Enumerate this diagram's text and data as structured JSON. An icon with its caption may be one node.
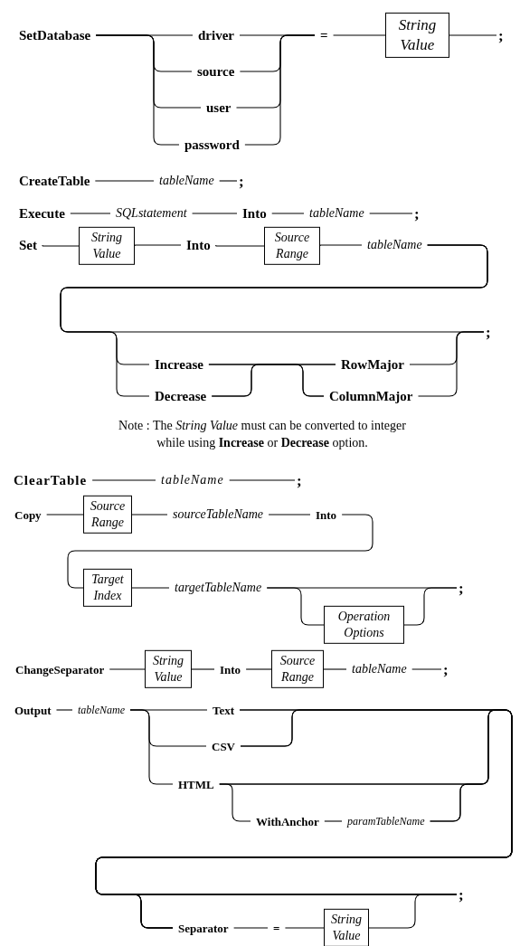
{
  "diagram": {
    "nodes": [
      {
        "text": [
          "SetDatabase"
        ]
      },
      {
        "text": [
          "driver"
        ]
      },
      {
        "text": [
          "source"
        ]
      },
      {
        "text": [
          "user"
        ]
      },
      {
        "text": [
          "password"
        ]
      },
      {
        "text": [
          "="
        ]
      },
      {
        "text": [
          "String Value"
        ]
      },
      {
        "text": [
          ";"
        ]
      },
      {
        "text": [
          "CreateTable"
        ]
      },
      {
        "text": [
          "tableName"
        ]
      },
      {
        "text": [
          ";"
        ]
      },
      {
        "text": [
          "Execute"
        ]
      },
      {
        "text": [
          "SQLstatement"
        ]
      },
      {
        "text": [
          "Into"
        ]
      },
      {
        "text": [
          "tableName"
        ]
      },
      {
        "text": [
          ";"
        ]
      },
      {
        "text": [
          "Set"
        ]
      },
      {
        "text": [
          "String Value"
        ]
      },
      {
        "text": [
          "Into"
        ]
      },
      {
        "text": [
          "Source Range"
        ]
      },
      {
        "text": [
          "tableName"
        ]
      },
      {
        "text": [
          "Increase"
        ]
      },
      {
        "text": [
          "Decrease"
        ]
      },
      {
        "text": [
          "RowMajor"
        ]
      },
      {
        "text": [
          "ColumnMajor"
        ]
      },
      {
        "text": [
          ";"
        ]
      },
      {
        "text": [
          "ClearTable"
        ]
      },
      {
        "text": [
          "tableName"
        ]
      },
      {
        "text": [
          ";"
        ]
      },
      {
        "text": [
          "Copy"
        ]
      },
      {
        "text": [
          "Source Range"
        ]
      },
      {
        "text": [
          "sourceTableName"
        ]
      },
      {
        "text": [
          "Into"
        ]
      },
      {
        "text": [
          "Target Index"
        ]
      },
      {
        "text": [
          "targetTableName"
        ]
      },
      {
        "text": [
          "Operation Options"
        ]
      },
      {
        "text": [
          ";"
        ]
      },
      {
        "text": [
          "ChangeSeparator"
        ]
      },
      {
        "text": [
          "String Value"
        ]
      },
      {
        "text": [
          "Into"
        ]
      },
      {
        "text": [
          "Source Range"
        ]
      },
      {
        "text": [
          "tableName"
        ]
      },
      {
        "text": [
          ";"
        ]
      },
      {
        "text": [
          "Output"
        ]
      },
      {
        "text": [
          "tableName"
        ]
      },
      {
        "text": [
          "Text"
        ]
      },
      {
        "text": [
          "CSV"
        ]
      },
      {
        "text": [
          "HTML"
        ]
      },
      {
        "text": [
          "WithAnchor"
        ]
      },
      {
        "text": [
          "paramTableName"
        ]
      },
      {
        "text": [
          "Separator"
        ]
      },
      {
        "text": [
          "="
        ]
      },
      {
        "text": [
          "String Value"
        ]
      },
      {
        "text": [
          ";"
        ]
      }
    ],
    "edges": [
      {
        "from": 0,
        "to": 1,
        "arrow": "none"
      },
      {
        "from": 0,
        "to": 2,
        "arrow": "none"
      },
      {
        "from": 0,
        "to": 3,
        "arrow": "none"
      },
      {
        "from": 0,
        "to": 4,
        "arrow": "none"
      },
      {
        "from": 1,
        "to": 5,
        "arrow": "none"
      },
      {
        "from": 2,
        "to": 5,
        "arrow": "none"
      },
      {
        "from": 3,
        "to": 5,
        "arrow": "none"
      },
      {
        "from": 4,
        "to": 5,
        "arrow": "none"
      },
      {
        "from": 5,
        "to": 6,
        "arrow": "none"
      },
      {
        "from": 6,
        "to": 7,
        "arrow": "none"
      },
      {
        "from": 8,
        "to": 9,
        "arrow": "none"
      },
      {
        "from": 9,
        "to": 10,
        "arrow": "none"
      },
      {
        "from": 11,
        "to": 12,
        "arrow": "none"
      },
      {
        "from": 12,
        "to": 13,
        "arrow": "none"
      },
      {
        "from": 13,
        "to": 14,
        "arrow": "none"
      },
      {
        "from": 14,
        "to": 15,
        "arrow": "none"
      },
      {
        "from": 16,
        "to": 17,
        "arrow": "none"
      },
      {
        "from": 17,
        "to": 18,
        "arrow": "none"
      },
      {
        "from": 18,
        "to": 19,
        "arrow": "none"
      },
      {
        "from": 19,
        "to": 20,
        "arrow": "none"
      },
      {
        "from": 20,
        "to": 25,
        "arrow": "none"
      },
      {
        "from": 20,
        "to": 21,
        "arrow": "none"
      },
      {
        "from": 20,
        "to": 22,
        "arrow": "none"
      },
      {
        "from": 21,
        "to": 23,
        "arrow": "none"
      },
      {
        "from": 21,
        "to": 24,
        "arrow": "none"
      },
      {
        "from": 22,
        "to": 23,
        "arrow": "none"
      },
      {
        "from": 22,
        "to": 24,
        "arrow": "none"
      },
      {
        "from": 23,
        "to": 25,
        "arrow": "none"
      },
      {
        "from": 24,
        "to": 25,
        "arrow": "none"
      },
      {
        "from": 26,
        "to": 27,
        "arrow": "none"
      },
      {
        "from": 27,
        "to": 28,
        "arrow": "none"
      },
      {
        "from": 29,
        "to": 30,
        "arrow": "none"
      },
      {
        "from": 30,
        "to": 31,
        "arrow": "none"
      },
      {
        "from": 31,
        "to": 32,
        "arrow": "none"
      },
      {
        "from": 32,
        "to": 33,
        "arrow": "none"
      },
      {
        "from": 33,
        "to": 34,
        "arrow": "none"
      },
      {
        "from": 34,
        "to": 36,
        "arrow": "none"
      },
      {
        "from": 34,
        "to": 35,
        "arrow": "none"
      },
      {
        "from": 35,
        "to": 36,
        "arrow": "none"
      },
      {
        "from": 37,
        "to": 38,
        "arrow": "none"
      },
      {
        "from": 38,
        "to": 39,
        "arrow": "none"
      },
      {
        "from": 39,
        "to": 40,
        "arrow": "none"
      },
      {
        "from": 40,
        "to": 41,
        "arrow": "none"
      },
      {
        "from": 41,
        "to": 42,
        "arrow": "none"
      },
      {
        "from": 43,
        "to": 44,
        "arrow": "none"
      },
      {
        "from": 44,
        "to": 45,
        "arrow": "none"
      },
      {
        "from": 44,
        "to": 46,
        "arrow": "none"
      },
      {
        "from": 44,
        "to": 47,
        "arrow": "none"
      },
      {
        "from": 45,
        "to": 53,
        "arrow": "none"
      },
      {
        "from": 45,
        "to": 50,
        "arrow": "none"
      },
      {
        "from": 46,
        "to": 53,
        "arrow": "none"
      },
      {
        "from": 46,
        "to": 50,
        "arrow": "none"
      },
      {
        "from": 47,
        "to": 53,
        "arrow": "none"
      },
      {
        "from": 47,
        "to": 50,
        "arrow": "none"
      },
      {
        "from": 47,
        "to": 48,
        "arrow": "none"
      },
      {
        "from": 48,
        "to": 49,
        "arrow": "none"
      },
      {
        "from": 49,
        "to": 53,
        "arrow": "none"
      },
      {
        "from": 49,
        "to": 50,
        "arrow": "none"
      },
      {
        "from": 50,
        "to": 51,
        "arrow": "none"
      },
      {
        "from": 51,
        "to": 52,
        "arrow": "none"
      },
      {
        "from": 52,
        "to": 53,
        "arrow": "none"
      }
    ],
    "labels": [
      "Note : The *String Value* must can be converted to integer while using **Increase** or **Decrease** option."
    ]
  }
}
